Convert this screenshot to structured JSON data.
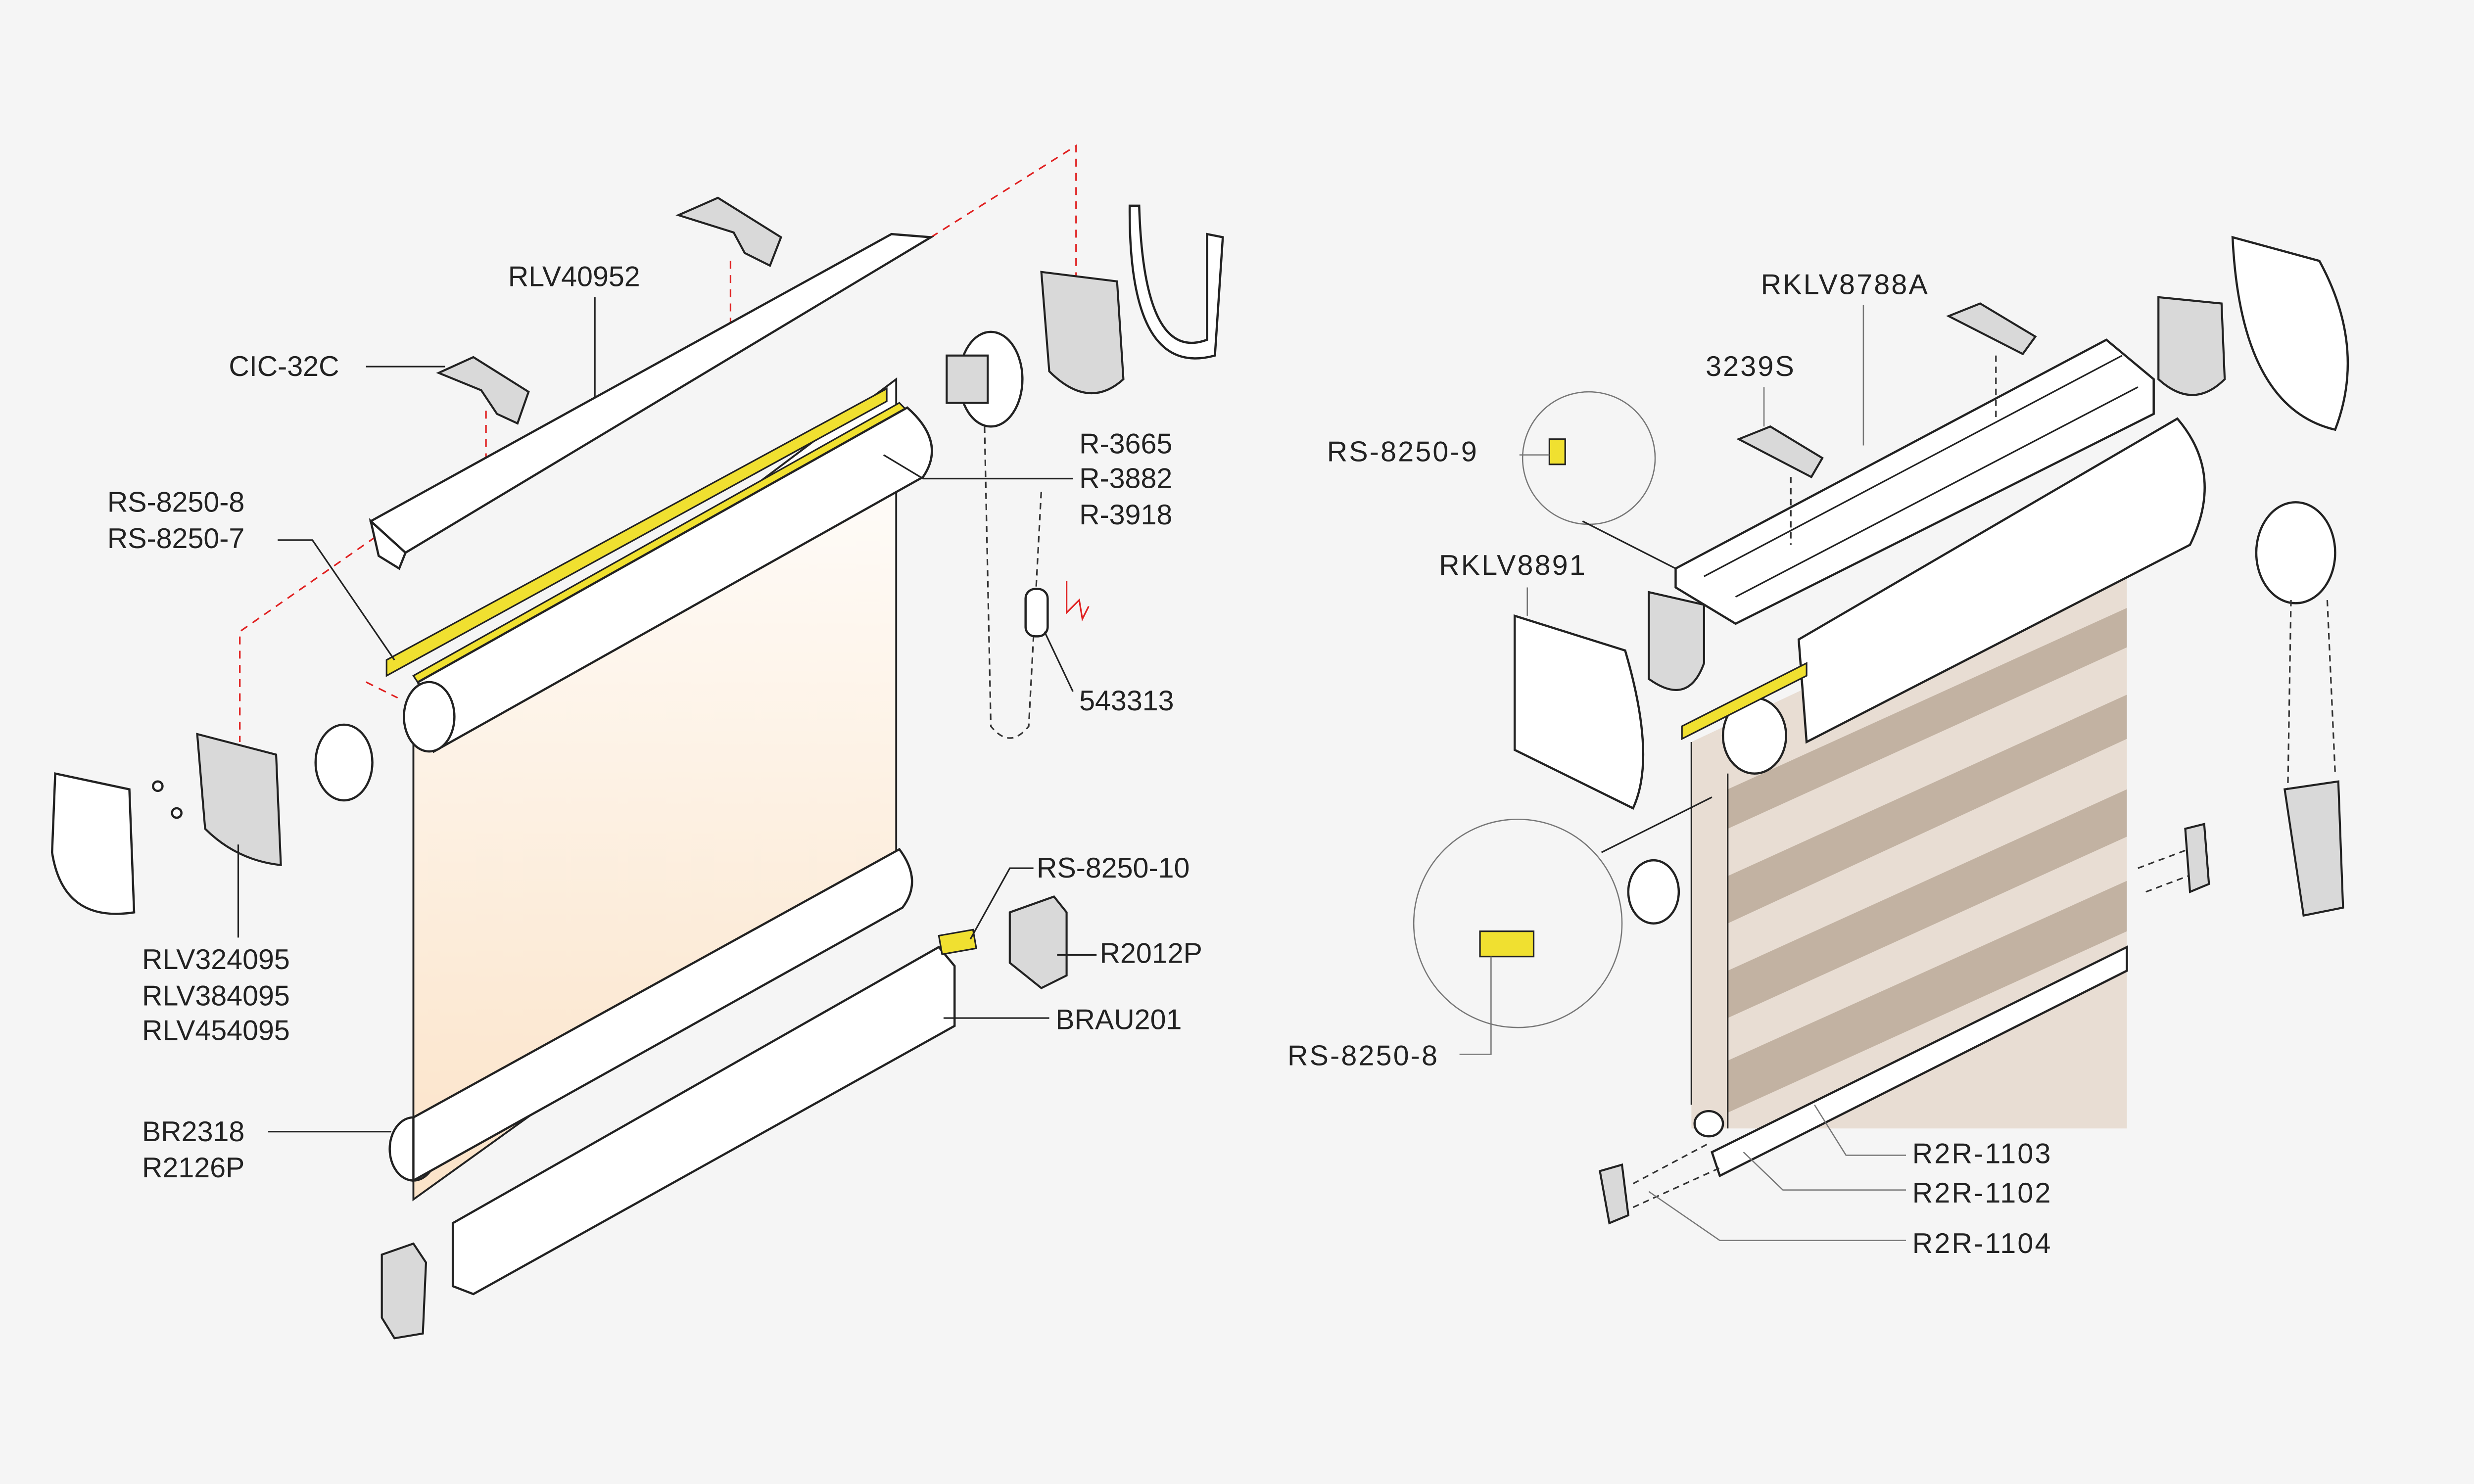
{
  "left_diagram": {
    "labels": {
      "rlv40952": "RLV40952",
      "cic32c": "CIC-32C",
      "rs8250_8": "RS-8250-8",
      "rs8250_7": "RS-8250-7",
      "r3665": "R-3665",
      "r3882": "R-3882",
      "r3918": "R-3918",
      "p543313": "543313",
      "rlv324095": "RLV324095",
      "rlv384095": "RLV384095",
      "rlv454095": "RLV454095",
      "rs8250_10": "RS-8250-10",
      "r2012p": "R2012P",
      "brau201": "BRAU201",
      "br2318": "BR2318",
      "r2126p": "R2126P"
    }
  },
  "right_diagram": {
    "labels": {
      "rklv8788a": "RKLV8788A",
      "s3239": "3239S",
      "rs8250_9": "RS-8250-9",
      "rklv8891": "RKLV8891",
      "rs8250_8": "RS-8250-8",
      "r2r1103": "R2R-1103",
      "r2r1102": "R2R-1102",
      "r2r1104": "R2R-1104"
    }
  },
  "colors": {
    "background": "#f5f5f5",
    "highlight_yellow": "#f0e030",
    "fabric_peach": "#fbe6cf",
    "zebra_stripe": "#c2b2a2",
    "guide_red": "#e02020"
  }
}
